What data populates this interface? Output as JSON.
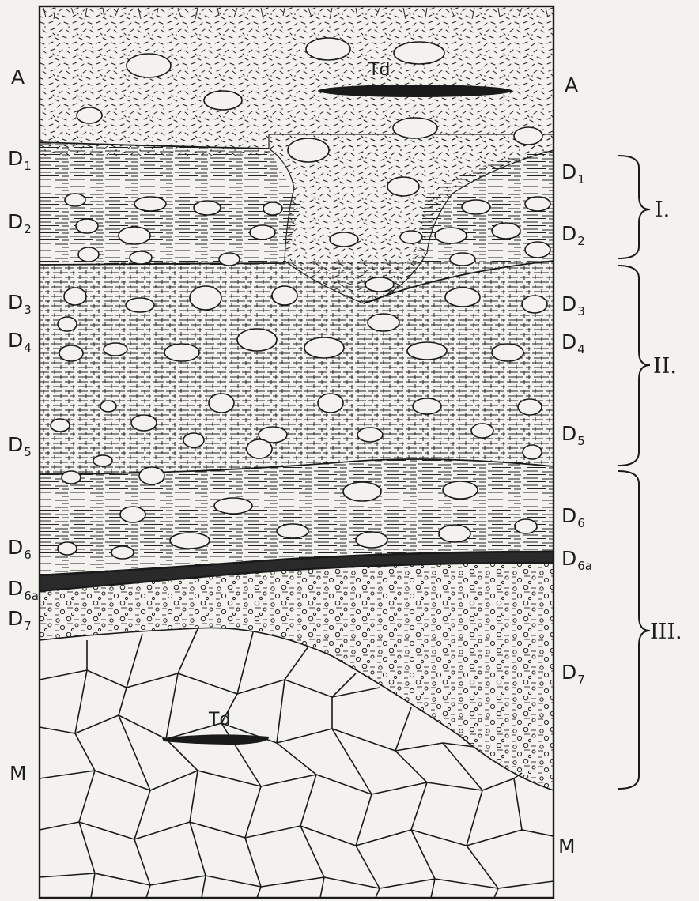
{
  "layers": [
    {
      "id": "A",
      "letter": "A",
      "sub": ""
    },
    {
      "id": "D1",
      "letter": "D",
      "sub": "1"
    },
    {
      "id": "D2",
      "letter": "D",
      "sub": "2"
    },
    {
      "id": "D3",
      "letter": "D",
      "sub": "3"
    },
    {
      "id": "D4",
      "letter": "D",
      "sub": "4"
    },
    {
      "id": "D5",
      "letter": "D",
      "sub": "5"
    },
    {
      "id": "D6",
      "letter": "D",
      "sub": "6"
    },
    {
      "id": "D6a",
      "letter": "D",
      "sub": "6a"
    },
    {
      "id": "D7",
      "letter": "D",
      "sub": "7"
    },
    {
      "id": "M",
      "letter": "M",
      "sub": ""
    }
  ],
  "finds": {
    "upper": "Td",
    "lower": "Td"
  },
  "groups": [
    "I.",
    "II.",
    "III."
  ]
}
